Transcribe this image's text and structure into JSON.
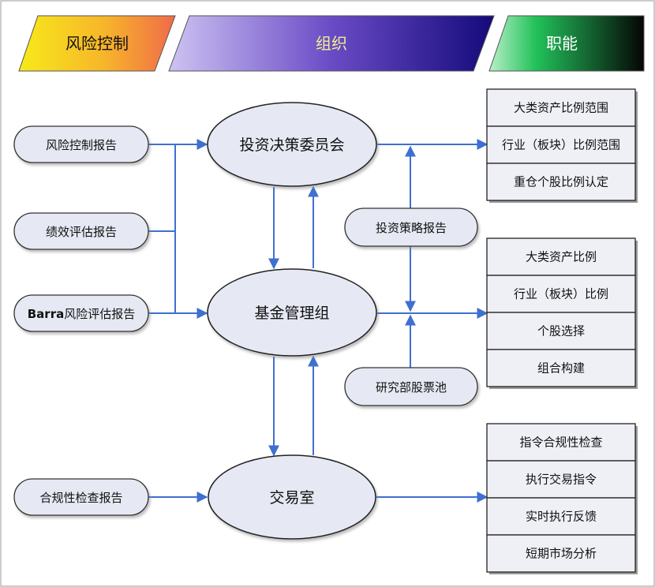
{
  "headers": {
    "risk": "风险控制",
    "org": "组织",
    "func": "职能"
  },
  "reports": {
    "risk_control": "风险控制报告",
    "performance": "绩效评估报告",
    "barra_prefix": "Barra",
    "barra_suffix": "风险评估报告",
    "compliance": "合规性检查报告",
    "strategy": "投资策略报告",
    "stock_pool": "研究部股票池"
  },
  "org": {
    "committee": "投资决策委员会",
    "fund_group": "基金管理组",
    "trading_room": "交易室"
  },
  "functions": {
    "committee": [
      "大类资产比例范围",
      "行业（板块）比例范围",
      "重仓个股比例认定"
    ],
    "fund_group": [
      "大类资产比例",
      "行业（板块）比例",
      "个股选择",
      "组合构建"
    ],
    "trading_room": [
      "指令合规性检查",
      "执行交易指令",
      "实时执行反馈",
      "短期市场分析"
    ]
  },
  "colors": {
    "line": "#3f6fd1",
    "shape_fill": "#e6e9f3",
    "box_fill": "#eef0f6"
  }
}
